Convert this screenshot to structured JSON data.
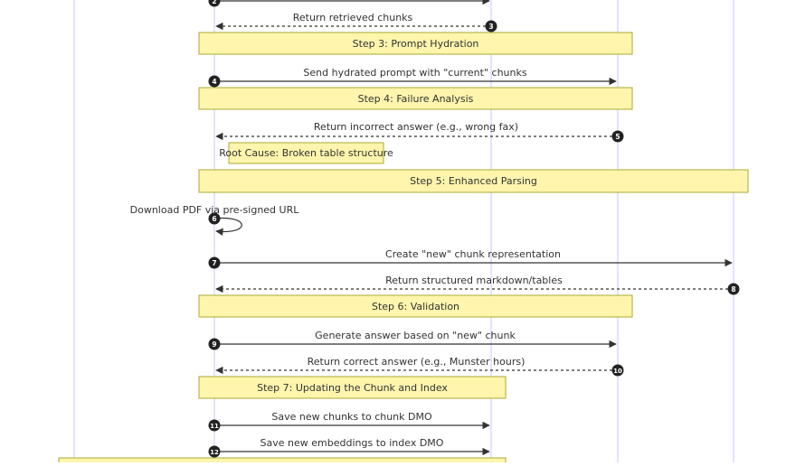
{
  "diagram": {
    "messages": {
      "m2": {
        "num": "2"
      },
      "m3": {
        "label": "Return retrieved chunks",
        "num": "3"
      },
      "m4": {
        "label": "Send hydrated prompt with \"current\" chunks",
        "num": "4"
      },
      "m5": {
        "label": "Return incorrect answer (e.g., wrong fax)",
        "num": "5"
      },
      "m6": {
        "label": "Download PDF via pre-signed URL",
        "num": "6"
      },
      "m7": {
        "label": "Create \"new\" chunk representation",
        "num": "7"
      },
      "m8": {
        "label": "Return structured markdown/tables",
        "num": "8"
      },
      "m9": {
        "label": "Generate answer based on \"new\" chunk",
        "num": "9"
      },
      "m10": {
        "label": "Return correct answer (e.g., Munster hours)",
        "num": "10"
      },
      "m11": {
        "label": "Save new chunks to chunk DMO",
        "num": "11"
      },
      "m12": {
        "label": "Save new embeddings to index DMO",
        "num": "12"
      }
    },
    "steps": {
      "s3": "Step 3: Prompt Hydration",
      "s4": "Step 4: Failure Analysis",
      "s5": "Step 5: Enhanced Parsing",
      "s6": "Step 6: Validation",
      "s7": "Step 7: Updating the Chunk and Index"
    },
    "notes": {
      "root_cause": "Root Cause: Broken table structure"
    },
    "colors": {
      "note_fill": "#fff5ad",
      "note_stroke": "#aaaa33",
      "lifeline": "#c8c8ff",
      "line": "#333333",
      "badge": "#222222",
      "text": "#333333"
    }
  }
}
